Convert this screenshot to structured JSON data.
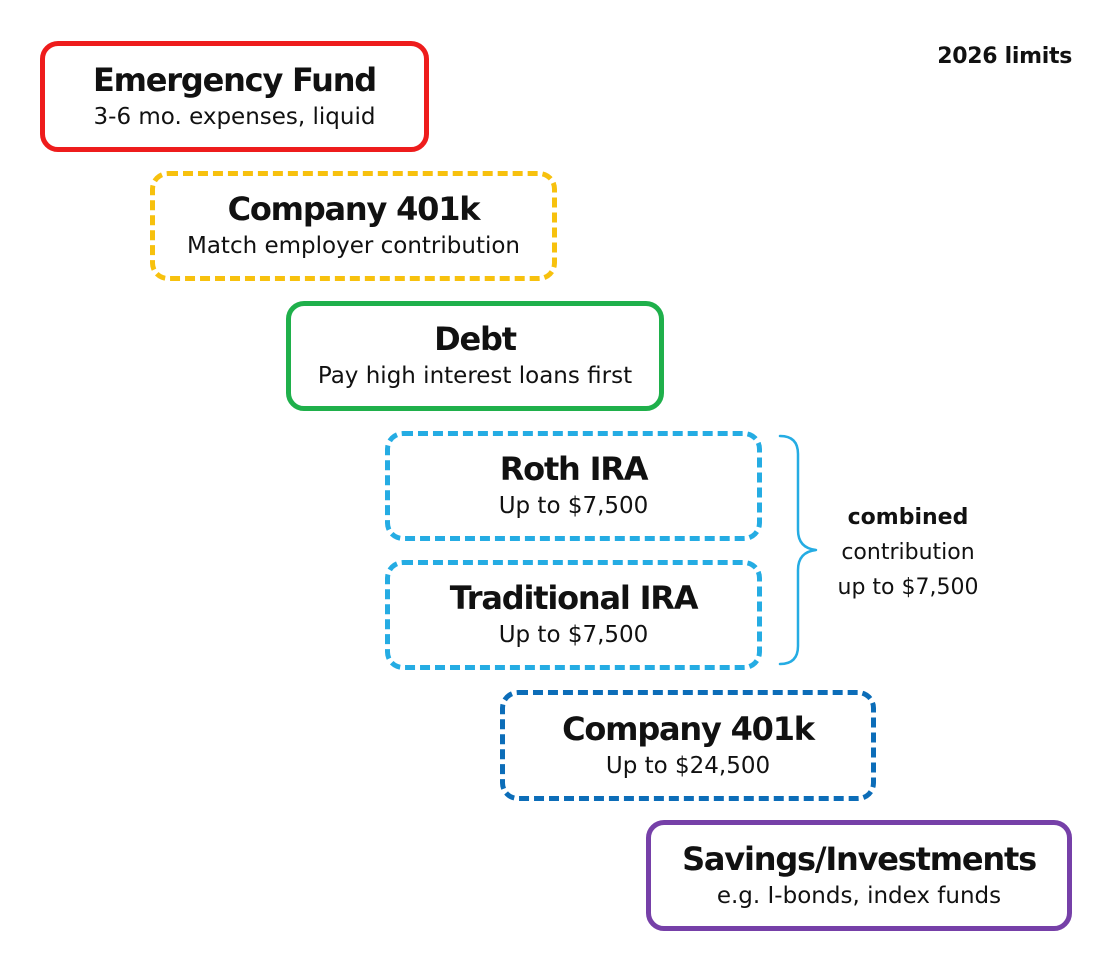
{
  "header": {
    "limits_label": "2026 limits"
  },
  "steps": [
    {
      "title": "Emergency Fund",
      "subtitle": "3-6 mo. expenses, liquid",
      "color": "#ee1c1c",
      "border": "solid"
    },
    {
      "title": "Company 401k",
      "subtitle": "Match employer contribution",
      "color": "#f7c10e",
      "border": "dashed"
    },
    {
      "title": "Debt",
      "subtitle": "Pay high interest loans first",
      "color": "#1fb04b",
      "border": "solid"
    },
    {
      "title": "Roth IRA",
      "subtitle": "Up to $7,500",
      "color": "#25ace3",
      "border": "dashed"
    },
    {
      "title": "Traditional IRA",
      "subtitle": "Up to $7,500",
      "color": "#25ace3",
      "border": "dashed"
    },
    {
      "title": "Company 401k",
      "subtitle": "Up to $24,500",
      "color": "#0c6db8",
      "border": "dashed"
    },
    {
      "title": "Savings/Investments",
      "subtitle": "e.g. I-bonds, index funds",
      "color": "#7640a8",
      "border": "solid"
    }
  ],
  "combined_note": {
    "bold": "combined",
    "line2": "contribution",
    "line3": "up to $7,500",
    "bracket_color": "#25ace3"
  }
}
